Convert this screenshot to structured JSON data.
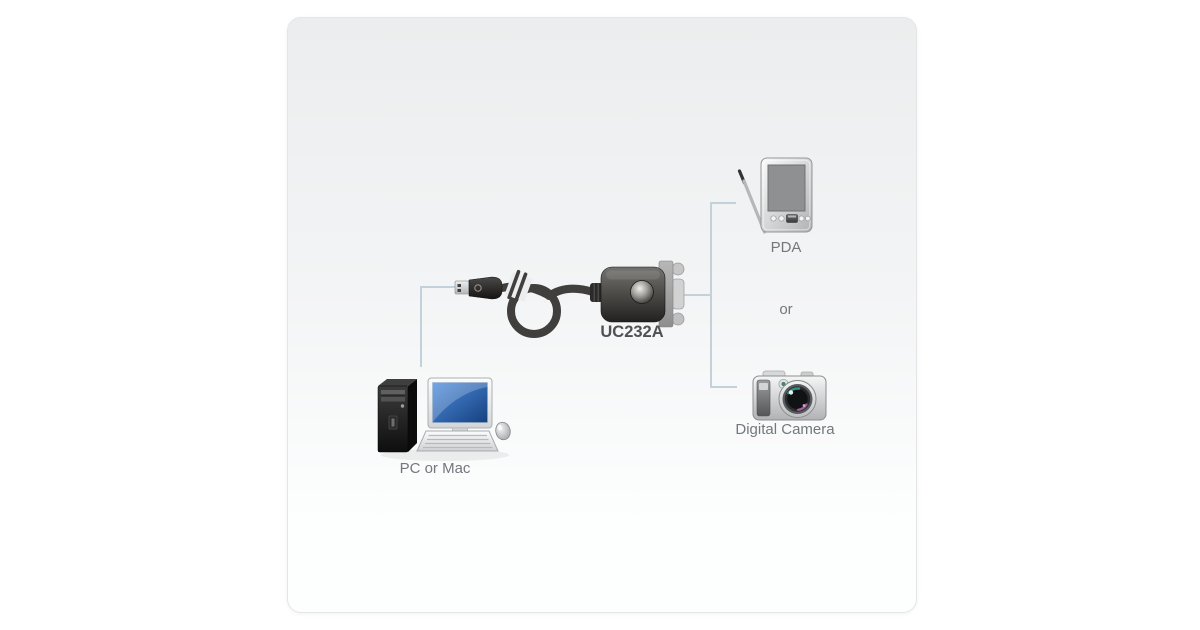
{
  "colors": {
    "page-bg": "#ffffff",
    "card-bg-top": "#ebedee",
    "card-bg-bottom": "#fdfefe",
    "card-border": "#e3e5e6",
    "line": "#c2d1da",
    "label": "#73787d",
    "model-label": "#4f5153",
    "cable": "#413f3d",
    "monitor-screen-blue": "#2f6fc2"
  },
  "diagram": {
    "or_label": "or",
    "nodes": {
      "computer": {
        "label": "PC or Mac",
        "icon": "desktop-computer-icon"
      },
      "adapter": {
        "label": "UC232A",
        "icon": "usb-serial-adapter-icon"
      },
      "pda": {
        "label": "PDA",
        "icon": "pda-icon"
      },
      "camera": {
        "label": "Digital Camera",
        "icon": "digital-camera-icon"
      }
    },
    "connections": [
      {
        "from": "computer",
        "to": "adapter",
        "via": "usb"
      },
      {
        "from": "adapter",
        "to": "pda",
        "via": "serial"
      },
      {
        "from": "adapter",
        "to": "camera",
        "via": "serial"
      }
    ]
  }
}
